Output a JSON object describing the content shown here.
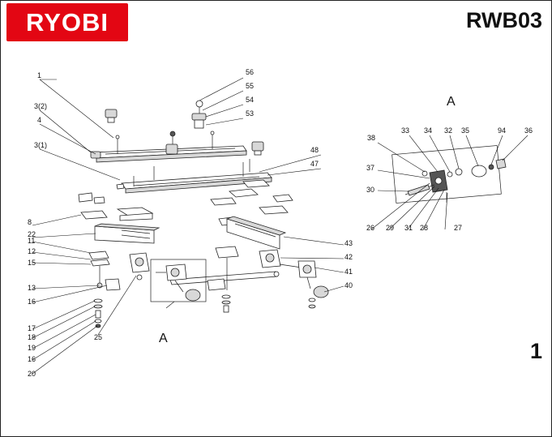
{
  "brand": {
    "logo_text": "RYOBI",
    "logo_color": "#e30613"
  },
  "header": {
    "model": "RWB03"
  },
  "page": {
    "number": "1"
  },
  "views": {
    "detail_label": "A",
    "detail_ref": "A"
  },
  "callouts": [
    "1",
    "3(2)",
    "4",
    "3(1)",
    "8",
    "22",
    "11",
    "12",
    "15",
    "13",
    "16",
    "17",
    "18",
    "19",
    "16",
    "20",
    "25",
    "56",
    "55",
    "54",
    "53",
    "48",
    "47",
    "43",
    "42",
    "41",
    "40",
    "38",
    "33",
    "34",
    "32",
    "35",
    "94",
    "36",
    "37",
    "30",
    "26",
    "29",
    "31",
    "28",
    "27"
  ]
}
